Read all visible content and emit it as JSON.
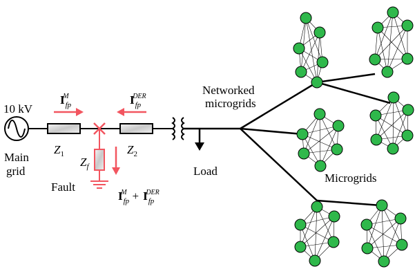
{
  "source": {
    "voltage": "10 kV",
    "name_line1": "Main",
    "name_line2": "grid"
  },
  "impedances": {
    "z1": "Z",
    "z1_sub": "1",
    "z2": "Z",
    "z2_sub": "2",
    "zf": "Z",
    "zf_sub": "f"
  },
  "currents": {
    "main": {
      "base": "I",
      "sub": "fp",
      "sup": "M"
    },
    "der": {
      "base": "I",
      "sub": "fp",
      "sup": "DER"
    },
    "sum_op": "+"
  },
  "fault_label": "Fault",
  "load_label": "Load",
  "networked_label_line1": "Networked",
  "networked_label_line2": "microgrids",
  "microgrids_label": "Microgrids",
  "colors": {
    "fault": "#f2555f",
    "node": "#2fb84b",
    "line": "#000000"
  }
}
